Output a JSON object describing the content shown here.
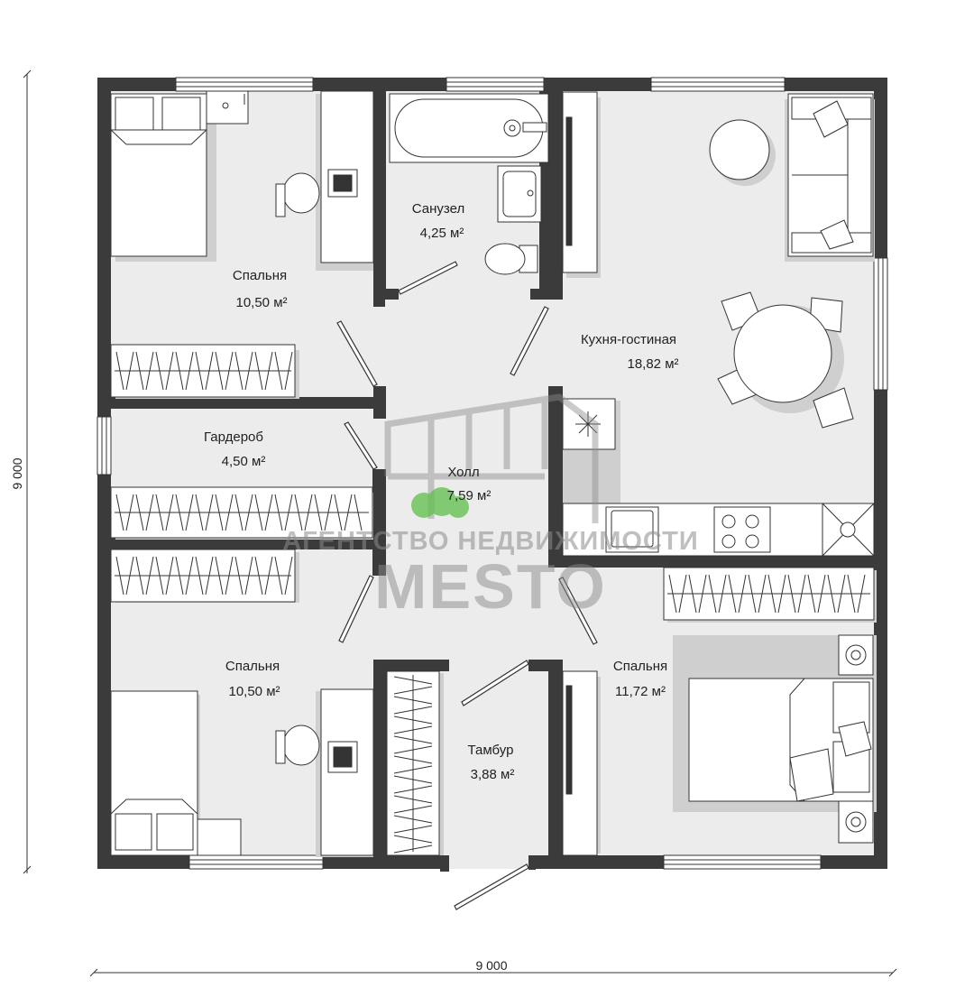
{
  "rooms": {
    "bedroom_nw": {
      "name": "Спальня",
      "area": "10,50 м²"
    },
    "bathroom": {
      "name": "Санузел",
      "area": "4,25 м²"
    },
    "kitchen_living": {
      "name": "Кухня-гостиная",
      "area": "18,82 м²"
    },
    "wardrobe": {
      "name": "Гардероб",
      "area": "4,50 м²"
    },
    "hall": {
      "name": "Холл",
      "area": "7,59 м²"
    },
    "bedroom_sw": {
      "name": "Спальня",
      "area": "10,50 м²"
    },
    "vestibule": {
      "name": "Тамбур",
      "area": "3,88 м²"
    },
    "bedroom_se": {
      "name": "Спальня",
      "area": "11,72 м²"
    }
  },
  "dimensions": {
    "width": "9 000",
    "height": "9 000"
  },
  "watermark": {
    "line1": "АГЕНТСТВО НЕДВИЖИМОСТИ",
    "line2": "MESTO"
  },
  "colors": {
    "wall": "#3b3b3b",
    "floor": "#ececec",
    "furniture": "#ffffff",
    "shadow": "#cfcfcf",
    "logo_green": "#5fbf4a"
  }
}
